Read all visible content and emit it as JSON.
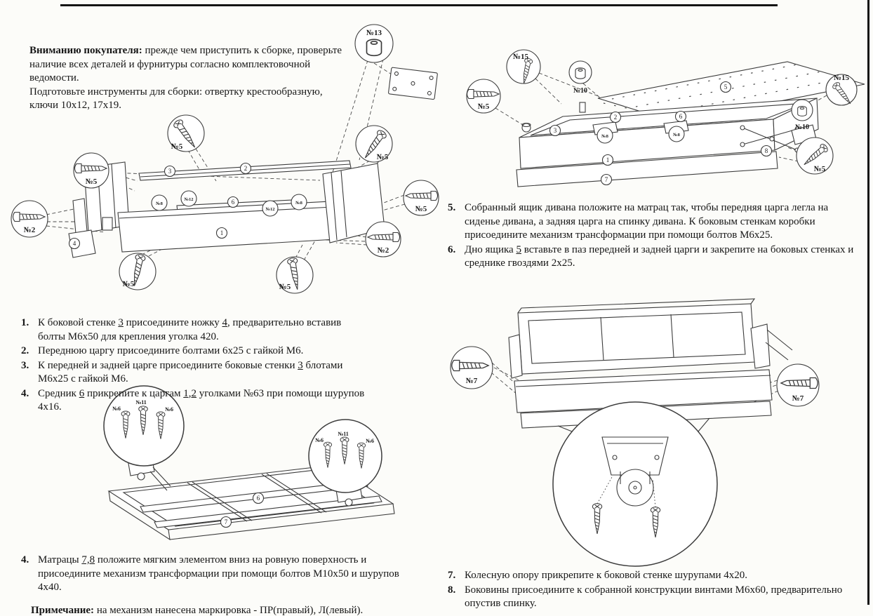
{
  "document": {
    "notice": {
      "lead": "Вниманию покупателя:",
      "body": " прежде чем приступить к сборке, проверьте наличие всех деталей и фурнитуры согласно комплектовочной ведомости.",
      "tools": "Подготовьте инструменты для сборки: отвертку крестообразную, ключи 10х12, 17х19."
    },
    "steps_left": [
      {
        "num": "1.",
        "segments": [
          {
            "t": "К боковой стенке "
          },
          {
            "t": "3",
            "u": true
          },
          {
            "t": " присоедините ножку "
          },
          {
            "t": "4",
            "u": true
          },
          {
            "t": ", предварительно вставив болты М6х50 для крепления уголка 420."
          }
        ]
      },
      {
        "num": "2.",
        "segments": [
          {
            "t": "Переднюю царгу присоедините болтами 6х25 с гайкой М6."
          }
        ]
      },
      {
        "num": "3.",
        "segments": [
          {
            "t": "К передней и задней царге присоедините боковые стенки "
          },
          {
            "t": "3",
            "u": true
          },
          {
            "t": " блотами М6х25 с гайкой М6."
          }
        ]
      },
      {
        "num": "4.",
        "segments": [
          {
            "t": "Средник "
          },
          {
            "t": "6",
            "u": true
          },
          {
            "t": " прикрепите к царгам "
          },
          {
            "t": "1,2",
            "u": true
          },
          {
            "t": " уголками №63 при помощи шурупов 4х16."
          }
        ]
      }
    ],
    "step_mattress": {
      "num": "4.",
      "segments": [
        {
          "t": "Матрацы "
        },
        {
          "t": "7,8",
          "u": true
        },
        {
          "t": " положите мягким элементом вниз на ровную поверхность и присоедините механизм трансформации при помощи болтов М10х50 и шурупов 4х40."
        }
      ]
    },
    "footnote": {
      "lead": "Примечание:",
      "body": " на механизм нанесена маркировка - ПР(правый), Л(левый)."
    },
    "steps_right": [
      {
        "num": "5.",
        "segments": [
          {
            "t": "Собранный ящик дивана положите на матрац так, чтобы передняя царга легла на сиденье дивана, а задняя царга на спинку дивана. К боковым стенкам коробки присоедините механизм трансформации при помощи болтов М6х25."
          }
        ]
      },
      {
        "num": "6.",
        "segments": [
          {
            "t": "Дно ящика "
          },
          {
            "t": "5",
            "u": true
          },
          {
            "t": " вставьте в паз передней и задней царги и закрепите на боковых стенках и среднике гвоздями 2х25."
          }
        ]
      }
    ],
    "steps_bottom_right": [
      {
        "num": "7.",
        "segments": [
          {
            "t": "Колесную опору прикрепите к боковой стенке шурупами 4х20."
          }
        ]
      },
      {
        "num": "8.",
        "segments": [
          {
            "t": "Боковины присоедините к собранной конструкции винтами М6х60, предварительно опустив спинку."
          }
        ]
      }
    ]
  },
  "drawA": {
    "callouts": [
      "№13",
      "№5",
      "№5",
      "№5",
      "№5",
      "№2",
      "№2",
      "№5",
      "№5"
    ],
    "fasteners": [
      "№8",
      "№12",
      "№12",
      "№8"
    ],
    "parts": [
      "3",
      "2",
      "6",
      "1",
      "4"
    ]
  },
  "drawB": {
    "callouts": [
      "№15",
      "№10",
      "№5",
      "№15",
      "№10",
      "№5"
    ],
    "fasteners": [
      "№8",
      "№8"
    ],
    "parts": [
      "5",
      "3",
      "2",
      "6",
      "1",
      "7",
      "8"
    ]
  },
  "drawC": {
    "screws_left": [
      "№6",
      "№11",
      "№6"
    ],
    "screws_right": [
      "№6",
      "№11",
      "№6"
    ],
    "parts": [
      "6",
      "7"
    ]
  },
  "drawD": {
    "callouts": [
      "№7",
      "№7"
    ]
  }
}
